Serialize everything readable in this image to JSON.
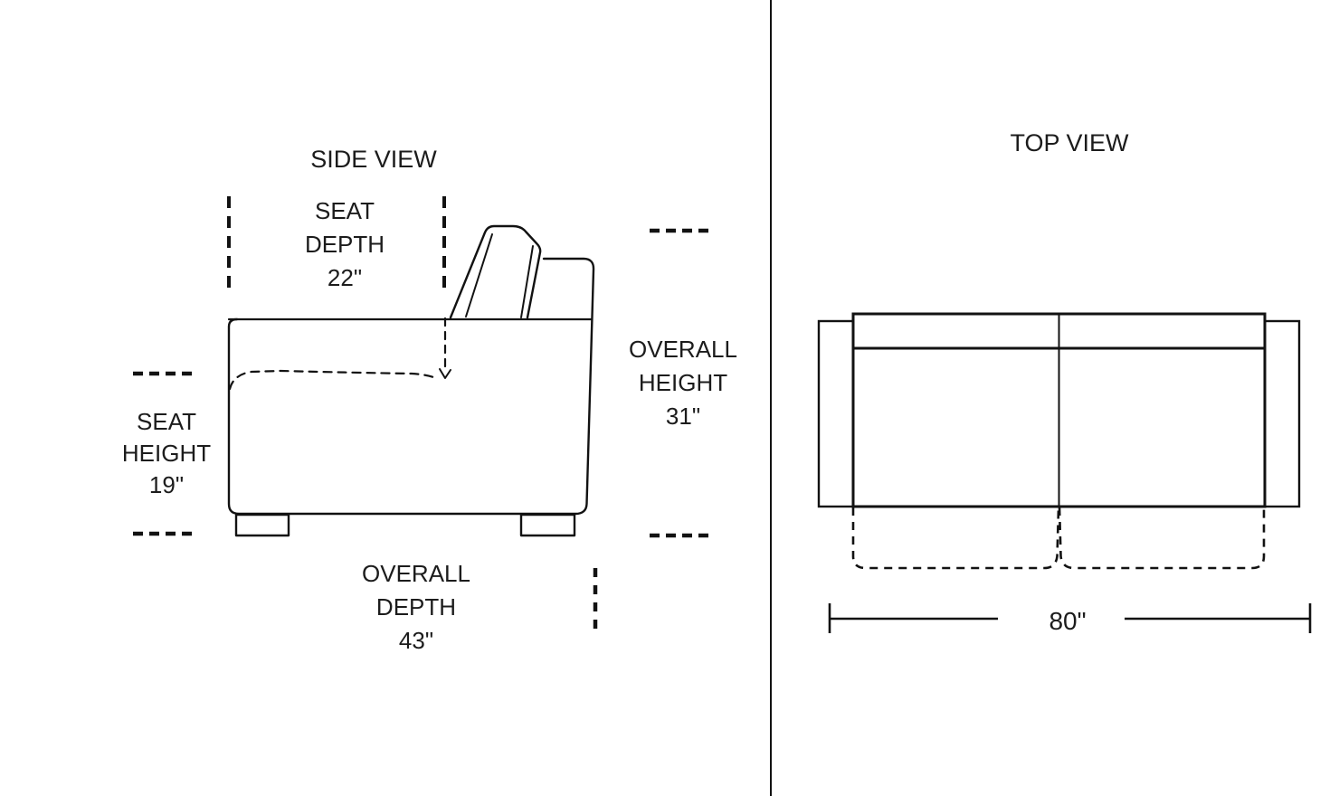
{
  "canvas": {
    "background": "#ffffff",
    "line_color": "#121212",
    "text_color": "#1c1c1c"
  },
  "side_view": {
    "title": "SIDE VIEW",
    "seat_depth": {
      "lines": [
        "SEAT",
        "DEPTH",
        "22\""
      ]
    },
    "seat_height": {
      "lines": [
        "SEAT",
        "HEIGHT",
        "19\""
      ]
    },
    "overall_height": {
      "lines": [
        "OVERALL",
        "HEIGHT",
        "31\""
      ]
    },
    "overall_depth": {
      "lines": [
        "OVERALL",
        "DEPTH",
        "43\""
      ]
    }
  },
  "top_view": {
    "title": "TOP VIEW",
    "overall_width": {
      "value": "80\""
    }
  },
  "measurements": {
    "seat_depth_in": 22,
    "seat_height_in": 19,
    "overall_height_in": 31,
    "overall_depth_in": 43,
    "overall_width_in": 80
  }
}
